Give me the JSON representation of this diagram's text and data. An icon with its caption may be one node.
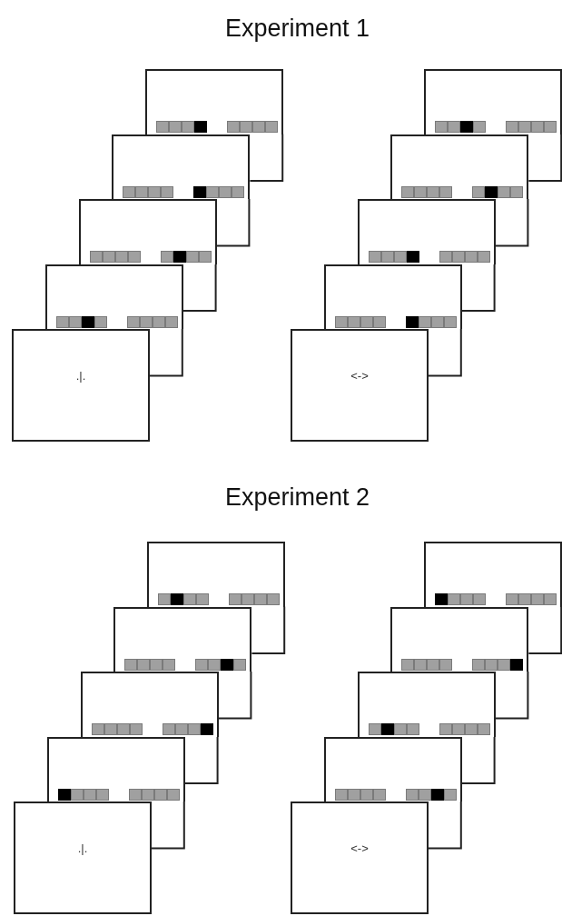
{
  "diagram": {
    "nodes": [
      {
        "text": [],
        "shape": "box"
      },
      {
        "text": [],
        "shape": "box"
      },
      {
        "text": [],
        "shape": "box"
      },
      {
        "text": [],
        "shape": "box"
      },
      {
        "text": [
          ".|."
        ]
      },
      {
        "text": [],
        "shape": "box"
      },
      {
        "text": [],
        "shape": "box"
      },
      {
        "text": [],
        "shape": "box"
      },
      {
        "text": [],
        "shape": "box"
      },
      {
        "text": [
          "<->"
        ]
      },
      {
        "text": [],
        "shape": "box"
      },
      {
        "text": [],
        "shape": "box"
      },
      {
        "text": [],
        "shape": "box"
      },
      {
        "text": [],
        "shape": "box"
      },
      {
        "text": [
          ".|."
        ]
      },
      {
        "text": [],
        "shape": "box"
      },
      {
        "text": [],
        "shape": "box"
      },
      {
        "text": [],
        "shape": "box"
      },
      {
        "text": [],
        "shape": "box"
      },
      {
        "text": [
          "<->"
        ]
      }
    ],
    "labels": [
      "Experiment 1",
      "Experiment 2"
    ]
  }
}
